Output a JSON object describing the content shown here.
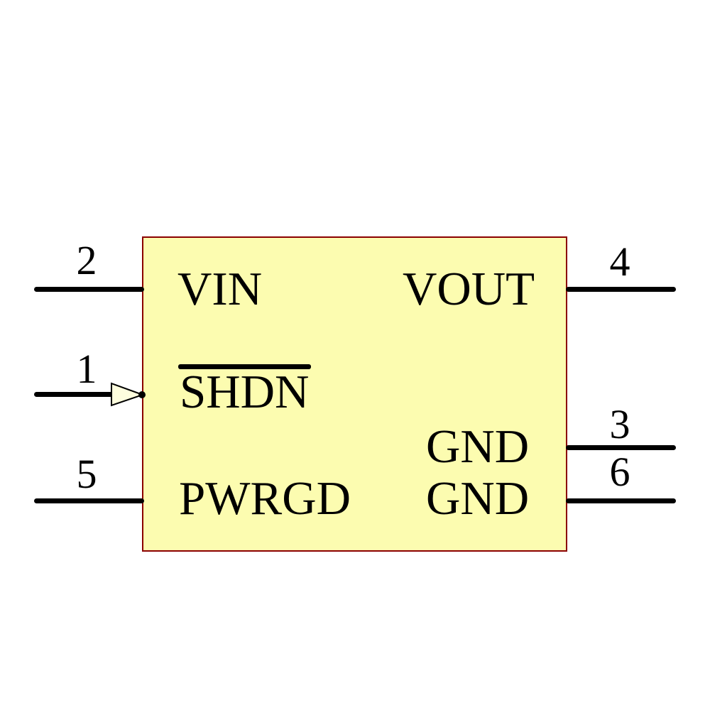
{
  "colors": {
    "body_fill": "#FCFCB0",
    "body_border": "#8B0000",
    "pin_color": "#000000",
    "text_color": "#000000",
    "arrow_fill": "#FEFEDE",
    "canvas_bg": "#FFFFFF"
  },
  "symbol": {
    "kind": "schematic-ic-symbol",
    "pins_left": [
      {
        "number": "2",
        "label": "VIN",
        "overline": false,
        "input_arrow": false
      },
      {
        "number": "1",
        "label": "SHDN",
        "overline": true,
        "input_arrow": true
      },
      {
        "number": "5",
        "label": "PWRGD",
        "overline": false,
        "input_arrow": false
      }
    ],
    "pins_right": [
      {
        "number": "4",
        "label": "VOUT",
        "overline": false
      },
      {
        "number": "3",
        "label": "GND",
        "overline": false
      },
      {
        "number": "6",
        "label": "GND",
        "overline": false
      }
    ]
  }
}
